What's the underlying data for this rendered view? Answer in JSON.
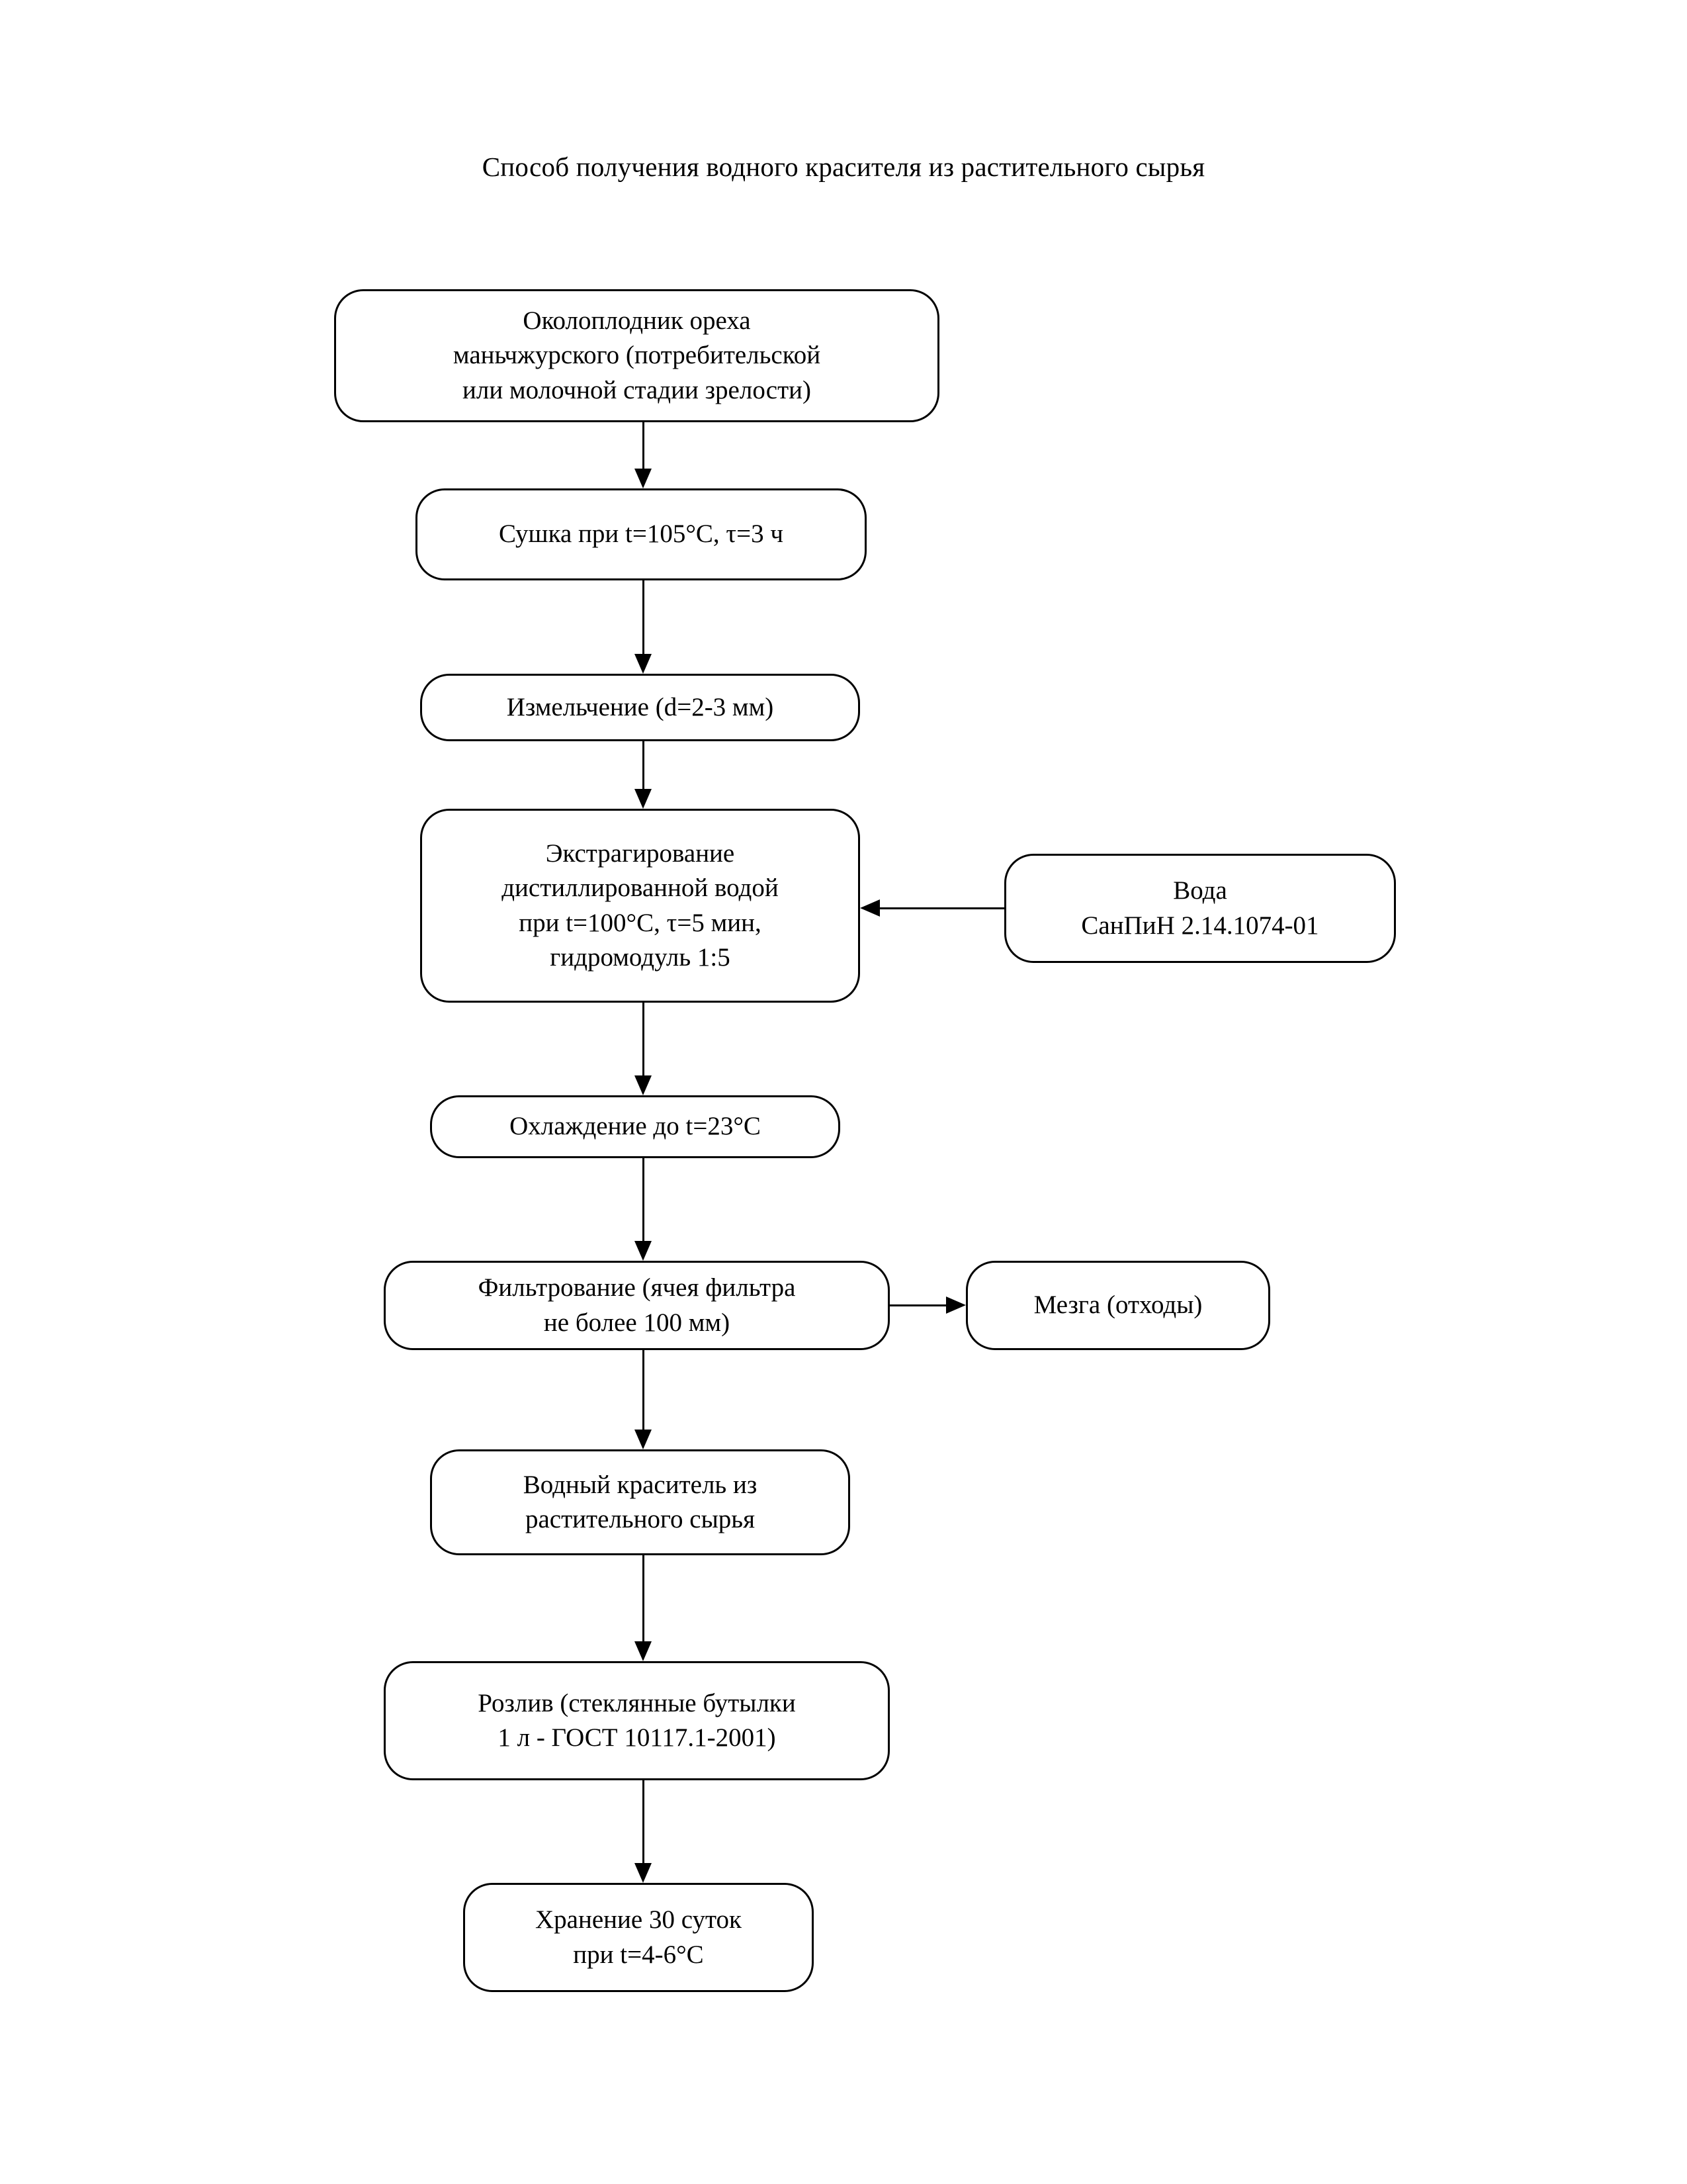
{
  "page": {
    "title": "Способ получения водного красителя из растительного сырья",
    "background_color": "#ffffff",
    "ink_color": "#000000"
  },
  "chart_data": {
    "type": "diagram",
    "diagram_kind": "process-flowchart",
    "orientation": "top-to-bottom",
    "title": "Способ получения водного красителя из растительного сырья",
    "nodes": [
      {
        "id": "raw-material",
        "label": "Околоплодник ореха\nманьчжурского (потребительской\nили молочной стадии зрелости)",
        "shape": "rounded-rectangle",
        "column": "main",
        "order": 1
      },
      {
        "id": "drying",
        "label": "Сушка при t=105°С, τ=3 ч",
        "shape": "rounded-rectangle",
        "column": "main",
        "order": 2
      },
      {
        "id": "grinding",
        "label": "Измельчение (d=2-3 мм)",
        "shape": "rounded-rectangle",
        "column": "main",
        "order": 3
      },
      {
        "id": "extraction",
        "label": "Экстрагирование\nдистиллированной водой\nпри t=100°С, τ=5 мин,\nгидромодуль 1:5",
        "shape": "rounded-rectangle",
        "column": "main",
        "order": 4
      },
      {
        "id": "water",
        "label": "Вода\nСанПиН 2.14.1074-01",
        "shape": "rounded-rectangle",
        "column": "right",
        "order": 4
      },
      {
        "id": "cooling",
        "label": "Охлаждение до t=23°С",
        "shape": "rounded-rectangle",
        "column": "main",
        "order": 5
      },
      {
        "id": "filtration",
        "label": "Фильтрование (ячея фильтра\nне более 100 мм)",
        "shape": "rounded-rectangle",
        "column": "main",
        "order": 6
      },
      {
        "id": "pulp-waste",
        "label": "Мезга (отходы)",
        "shape": "rounded-rectangle",
        "column": "right",
        "order": 6
      },
      {
        "id": "dye-product",
        "label": "Водный краситель из\nрастительного сырья",
        "shape": "rounded-rectangle",
        "column": "main",
        "order": 7
      },
      {
        "id": "bottling",
        "label": "Розлив (стеклянные бутылки\n1 л - ГОСТ 10117.1-2001)",
        "shape": "rounded-rectangle",
        "column": "main",
        "order": 8
      },
      {
        "id": "storage",
        "label": "Хранение 30 суток\nпри t=4-6°С",
        "shape": "rounded-rectangle",
        "column": "main",
        "order": 9
      }
    ],
    "edges": [
      {
        "from": "raw-material",
        "to": "drying",
        "direction": "down"
      },
      {
        "from": "drying",
        "to": "grinding",
        "direction": "down"
      },
      {
        "from": "grinding",
        "to": "extraction",
        "direction": "down"
      },
      {
        "from": "water",
        "to": "extraction",
        "direction": "left"
      },
      {
        "from": "extraction",
        "to": "cooling",
        "direction": "down"
      },
      {
        "from": "cooling",
        "to": "filtration",
        "direction": "down"
      },
      {
        "from": "filtration",
        "to": "pulp-waste",
        "direction": "right"
      },
      {
        "from": "filtration",
        "to": "dye-product",
        "direction": "down"
      },
      {
        "from": "dye-product",
        "to": "bottling",
        "direction": "down"
      },
      {
        "from": "bottling",
        "to": "storage",
        "direction": "down"
      }
    ]
  },
  "nodes": {
    "raw_material": "Околоплодник ореха\nманьчжурского (потребительской\nили молочной стадии зрелости)",
    "drying": "Сушка при t=105°С, τ=3 ч",
    "grinding": "Измельчение (d=2-3 мм)",
    "extraction": "Экстрагирование\nдистиллированной водой\nпри t=100°С, τ=5 мин,\nгидромодуль 1:5",
    "water": "Вода\nСанПиН 2.14.1074-01",
    "cooling": "Охлаждение до t=23°С",
    "filtration": "Фильтрование (ячея фильтра\nне более 100 мм)",
    "pulp_waste": "Мезга (отходы)",
    "dye_product": "Водный краситель из\nрастительного сырья",
    "bottling": "Розлив (стеклянные бутылки\n1 л - ГОСТ 10117.1-2001)",
    "storage": "Хранение 30 суток\nпри t=4-6°С"
  }
}
